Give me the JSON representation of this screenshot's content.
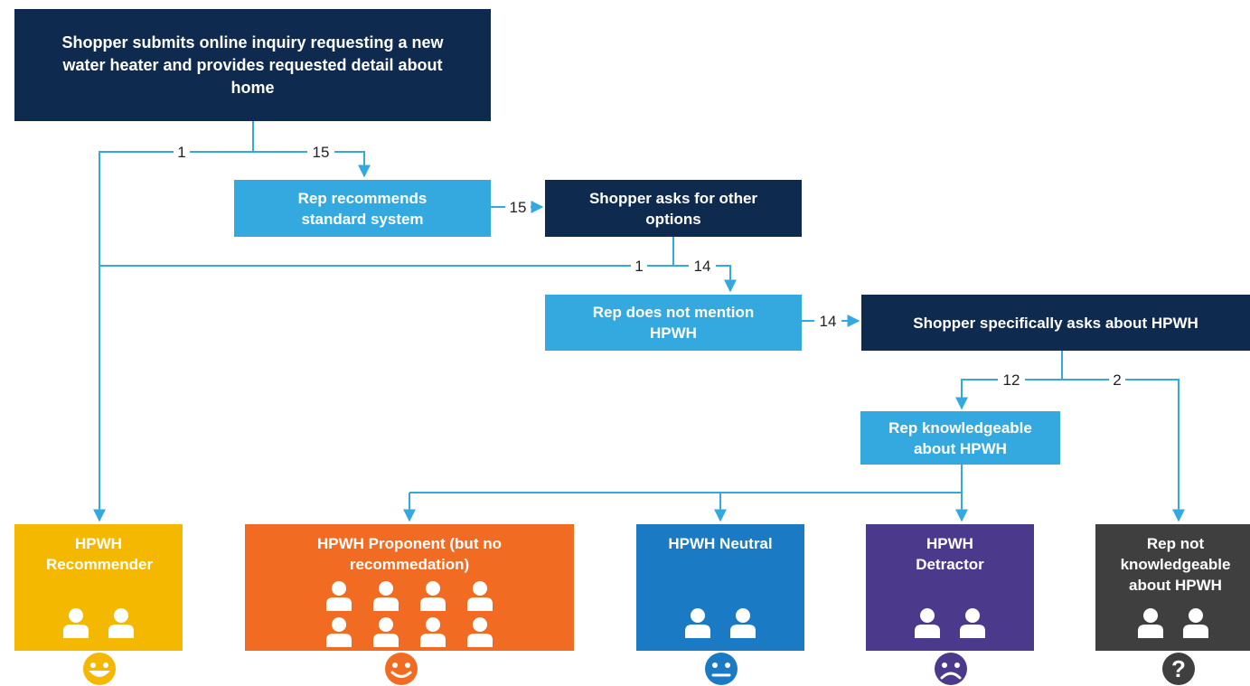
{
  "steps": {
    "inquiry": "Shopper submits online inquiry requesting a new water heater and provides requested detail about home",
    "rep_standard": "Rep recommends standard system",
    "asks_other": "Shopper asks for other options",
    "rep_no_mention": "Rep does not mention HPWH",
    "asks_hpwh": "Shopper specifically asks about HPWH",
    "rep_knowledgeable": "Rep knowledgeable about HPWH"
  },
  "flow_counts": {
    "inquiry_to_recommender": "1",
    "inquiry_to_rep_standard": "15",
    "rep_standard_to_asks_other": "15",
    "asks_other_to_recommender": "1",
    "asks_other_to_no_mention": "14",
    "no_mention_to_asks_hpwh": "14",
    "asks_hpwh_to_knowledgeable": "12",
    "asks_hpwh_to_not_knowledgeable": "2"
  },
  "outcomes": {
    "recommender": {
      "label": "HPWH Recommender",
      "people": 2,
      "color": "#f5b800",
      "face": "happy"
    },
    "proponent": {
      "label": "HPWH Proponent (but no recommedation)",
      "people": 8,
      "color": "#f26b22",
      "face": "smile"
    },
    "neutral": {
      "label": "HPWH Neutral",
      "people": 2,
      "color": "#1a7bc4",
      "face": "neutral"
    },
    "detractor": {
      "label": "HPWH Detractor",
      "people": 2,
      "color": "#4b3a8c",
      "face": "sad"
    },
    "not_knowledgeable": {
      "label": "Rep not knowledgeable about HPWH",
      "people": 2,
      "color": "#3f3f3f",
      "face": "question",
      "face_glyph": "?"
    }
  },
  "colors": {
    "dark_box": "#0e2a4f",
    "light_box": "#33a9e0",
    "connector": "#33a9e0"
  }
}
